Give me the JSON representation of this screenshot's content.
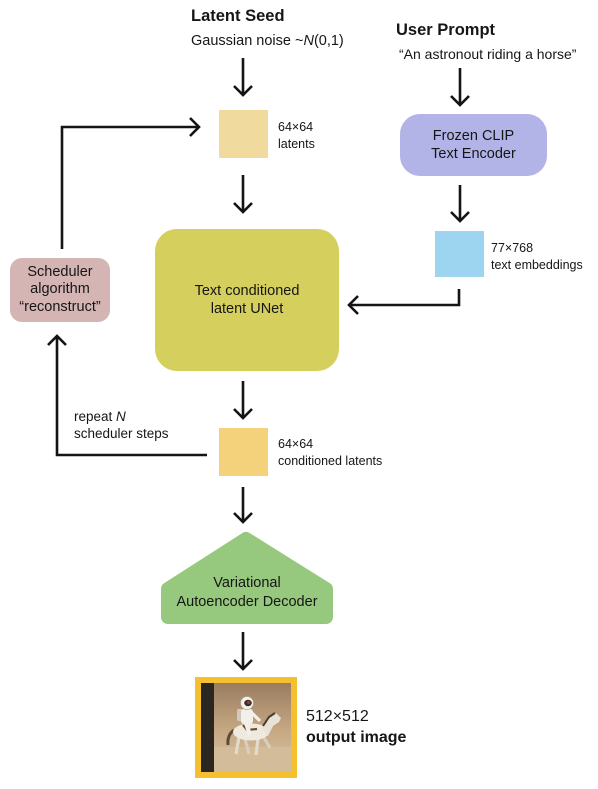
{
  "latent_seed": {
    "title": "Latent Seed",
    "noise_prefix": "Gaussian noise ~",
    "noise_var": "N",
    "noise_suffix": "(0,1)"
  },
  "user_prompt": {
    "title": "User Prompt",
    "text": "“An astronout riding a horse”"
  },
  "latents": {
    "size": "64×64",
    "label": "latents"
  },
  "clip_encoder": {
    "line1": "Frozen CLIP",
    "line2": "Text Encoder"
  },
  "text_embeddings": {
    "size": "77×768",
    "label": "text embeddings"
  },
  "unet": {
    "line1": "Text conditioned",
    "line2": "latent UNet"
  },
  "scheduler": {
    "line1": "Scheduler",
    "line2": "algorithm",
    "line3": "“reconstruct”"
  },
  "loop": {
    "repeat_prefix": "repeat ",
    "repeat_var": "N",
    "line2": "scheduler steps"
  },
  "conditioned_latents": {
    "size": "64×64",
    "label": "conditioned latents"
  },
  "vae_decoder": {
    "line1": "Variational",
    "line2": "Autoencoder Decoder"
  },
  "output": {
    "size": "512×512",
    "label": "output image"
  },
  "colors": {
    "latents": "#f0da9e",
    "clip_encoder": "#b2b4e7",
    "text_embeddings": "#9dd4ef",
    "unet": "#d5cf5d",
    "scheduler": "#d4b5b3",
    "conditioned_latents": "#f3d27b",
    "vae_decoder": "#96c87d",
    "output_frame": "#f5c02f"
  }
}
